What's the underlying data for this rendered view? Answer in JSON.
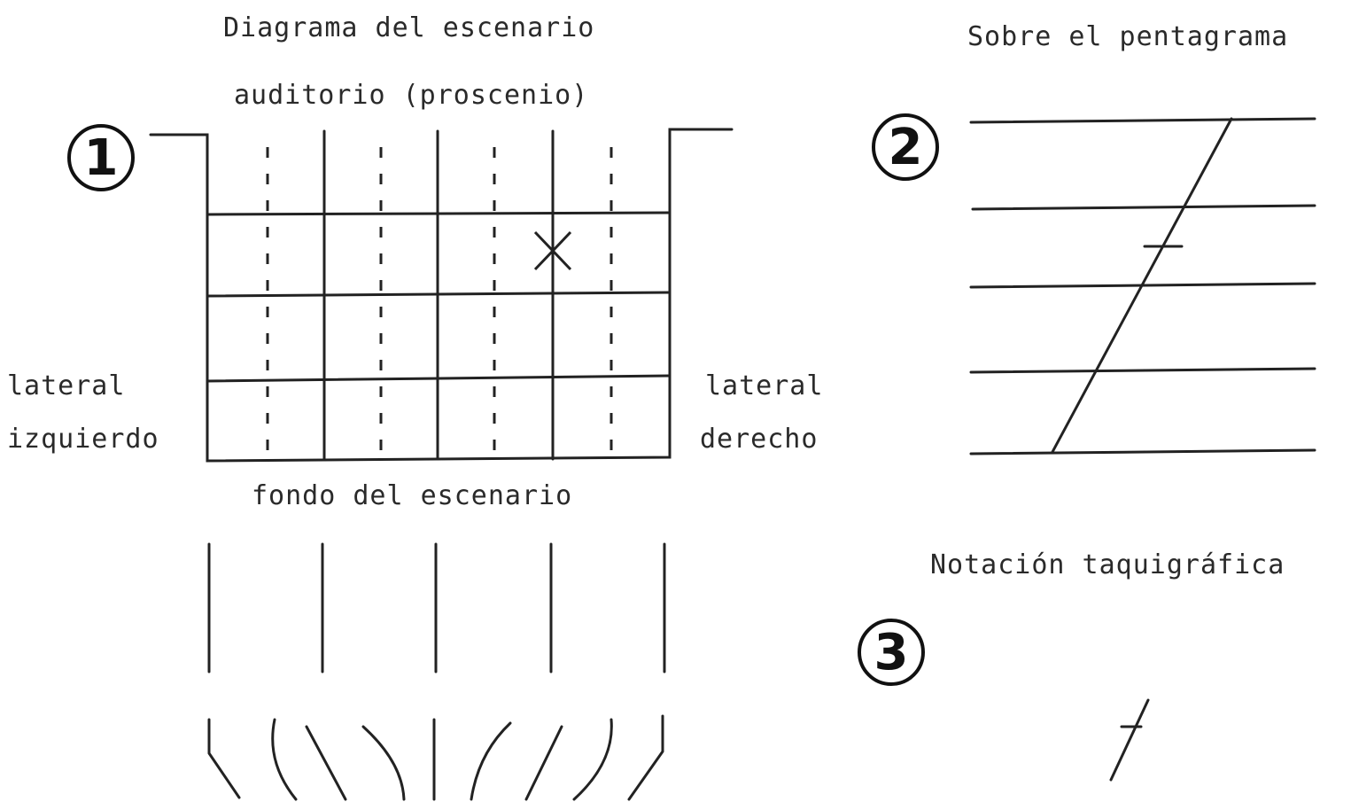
{
  "diagram": {
    "section1": {
      "number": "1",
      "title": "Diagrama del escenario",
      "top_label": "auditorio (proscenio)",
      "left_label_line1": "lateral",
      "left_label_line2": "izquierdo",
      "right_label_line1": "lateral",
      "right_label_line2": "derecho",
      "bottom_label": "fondo del escenario",
      "marker": "X"
    },
    "section2": {
      "number": "2",
      "title": "Sobre el pentagrama"
    },
    "section3": {
      "number": "3",
      "title": "Notación taquigráfica"
    },
    "colors": {
      "ink": "#222222",
      "background": "#ffffff"
    }
  }
}
